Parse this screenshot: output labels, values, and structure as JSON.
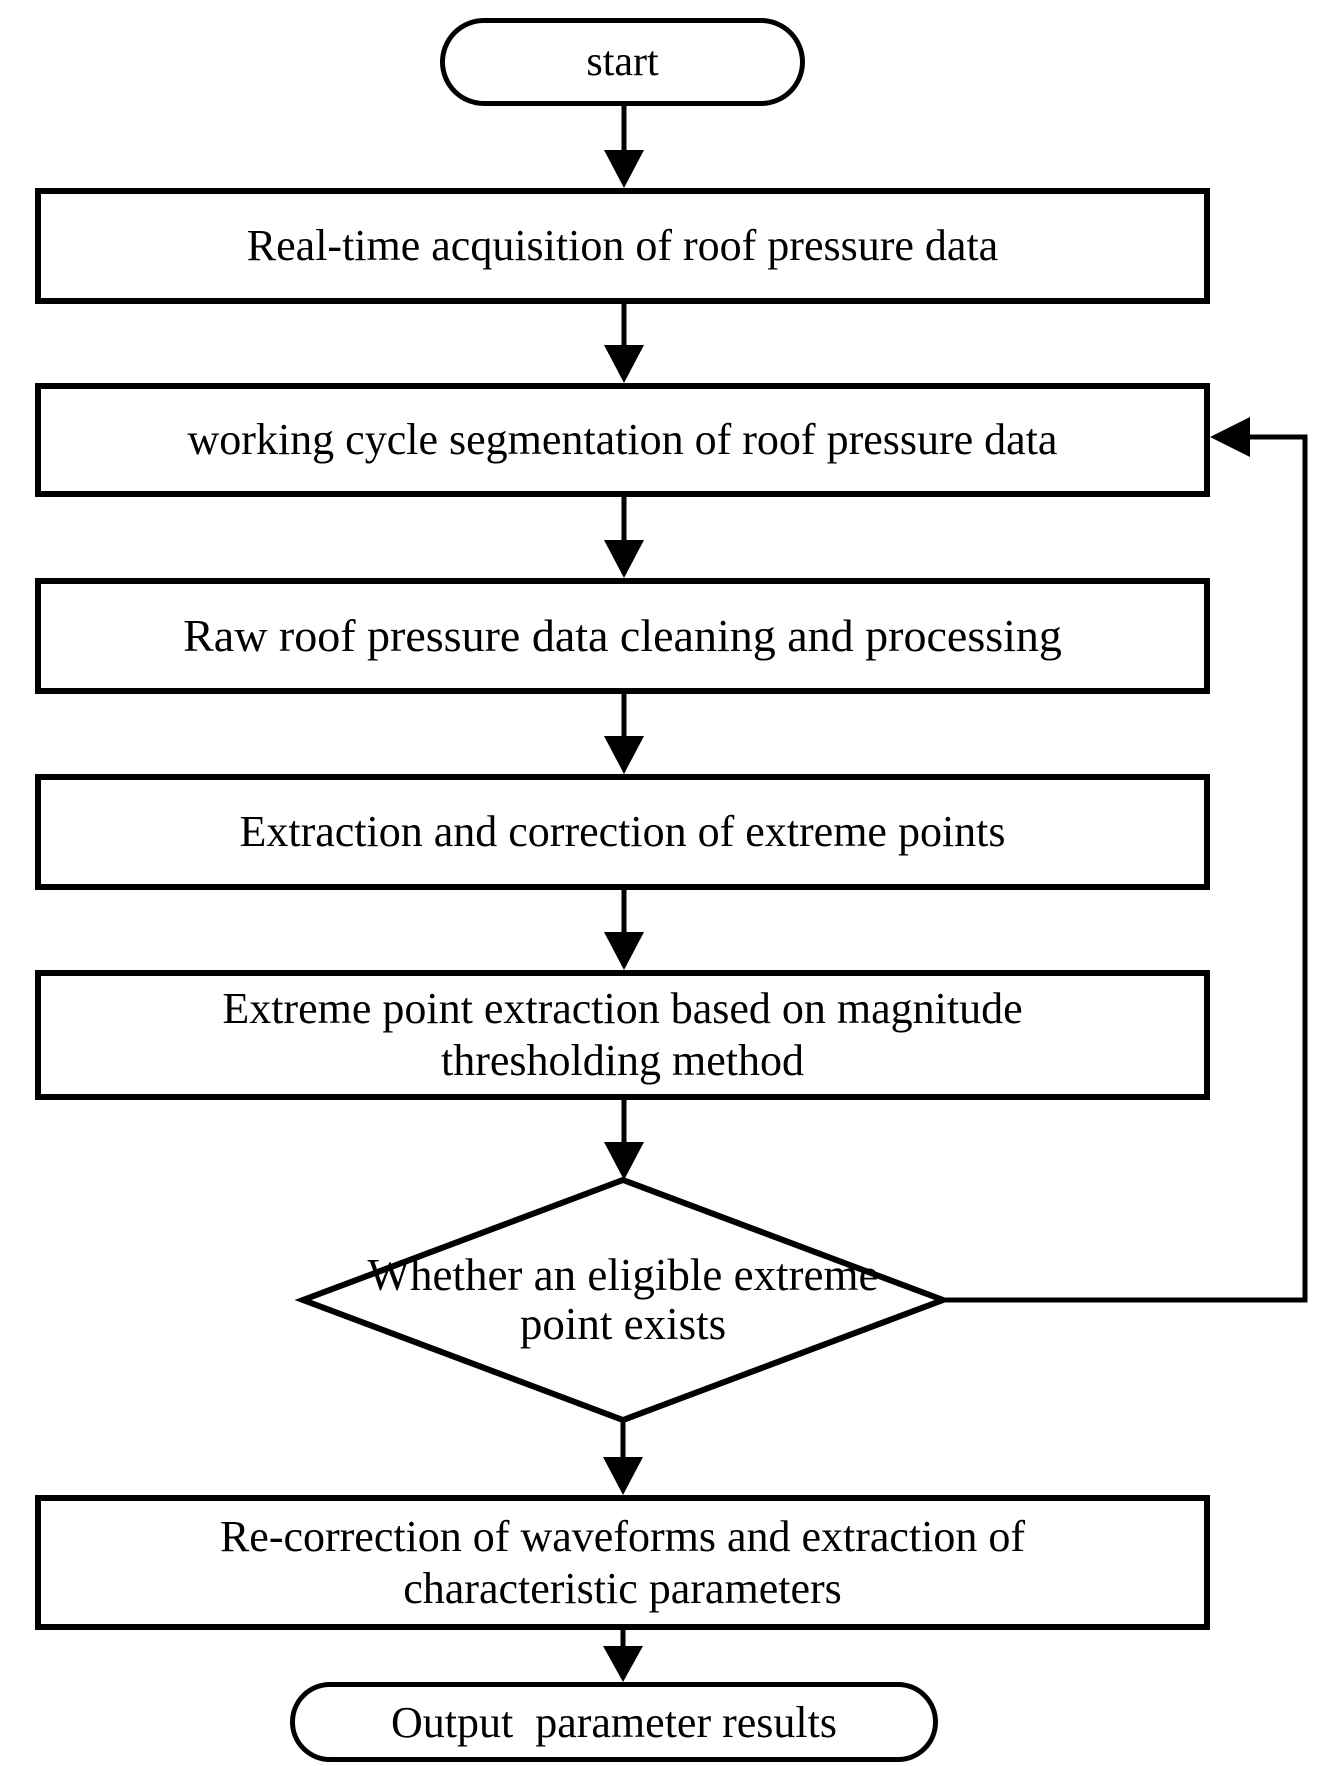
{
  "colors": {
    "line": "#000000",
    "background": "#ffffff",
    "text": "#000000"
  },
  "diagram": {
    "type": "flowchart",
    "nodes": {
      "start": {
        "shape": "terminator",
        "label": "start"
      },
      "acquisition": {
        "shape": "process",
        "label": "Real-time acquisition of roof pressure data"
      },
      "segmentation": {
        "shape": "process",
        "label": "working cycle segmentation of roof pressure data"
      },
      "cleaning": {
        "shape": "process",
        "label": "Raw roof pressure data cleaning and processing"
      },
      "extraction": {
        "shape": "process",
        "label": "Extraction and correction of extreme points"
      },
      "thresholding": {
        "shape": "process",
        "label": "Extreme point extraction based on magnitude thresholding method"
      },
      "decision": {
        "shape": "decision",
        "label": "Whether an eligible extreme point exists"
      },
      "recorrection": {
        "shape": "process",
        "label": "Re-correction of waveforms and extraction of characteristic parameters"
      },
      "output": {
        "shape": "terminator",
        "label": "Output  parameter results"
      }
    },
    "edges": [
      {
        "from": "start",
        "to": "acquisition"
      },
      {
        "from": "acquisition",
        "to": "segmentation"
      },
      {
        "from": "segmentation",
        "to": "cleaning"
      },
      {
        "from": "cleaning",
        "to": "extraction"
      },
      {
        "from": "extraction",
        "to": "thresholding"
      },
      {
        "from": "thresholding",
        "to": "decision"
      },
      {
        "from": "decision",
        "to": "recorrection"
      },
      {
        "from": "decision",
        "to": "segmentation",
        "type": "feedback"
      },
      {
        "from": "recorrection",
        "to": "output"
      }
    ]
  }
}
